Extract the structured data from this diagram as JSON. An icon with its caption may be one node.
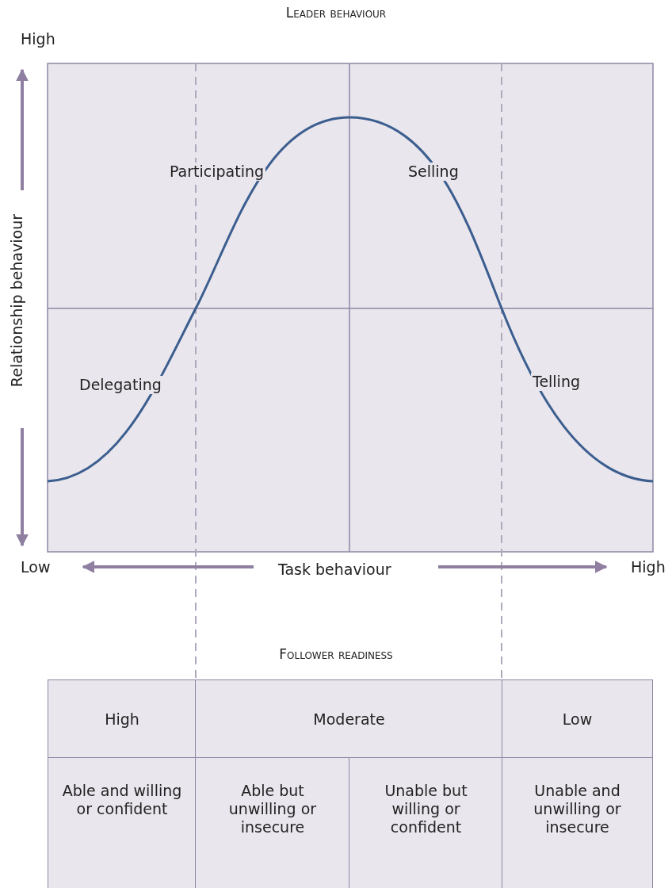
{
  "diagram": {
    "title": "Leader behaviour",
    "labels": [
      "High",
      "Relationship behaviour",
      "Participating",
      "Selling",
      "Delegating",
      "Telling",
      "Low",
      "Task behaviour",
      "High",
      "Follower readiness",
      "High",
      "Moderate",
      "Low",
      "Able and willing or confident",
      "Able but unwilling or insecure",
      "Unable but willing or confident",
      "Unable and unwilling or insecure"
    ]
  }
}
